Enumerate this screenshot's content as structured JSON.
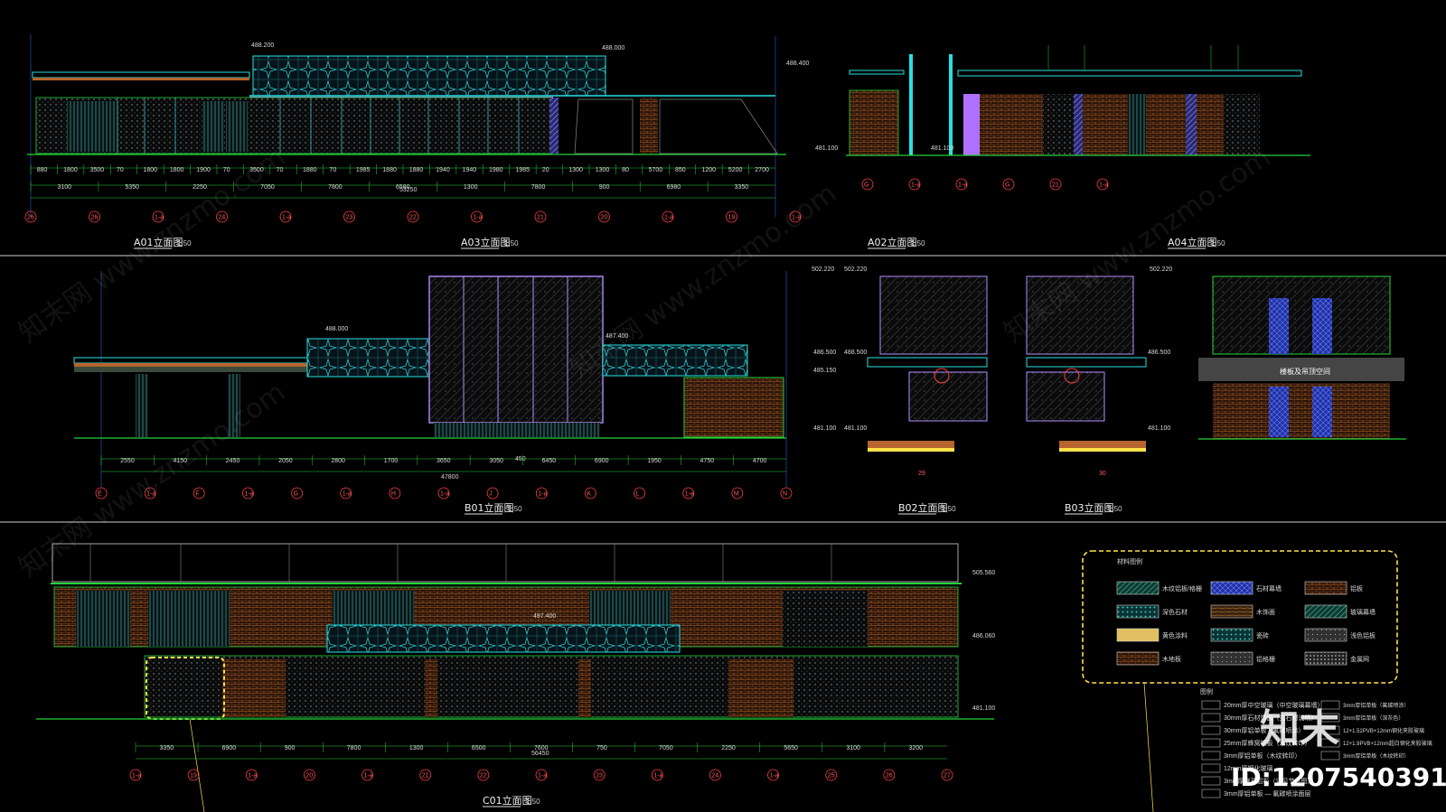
{
  "drawing_titles": [
    {
      "id": "a01",
      "name": "A01立面图",
      "scale": "1:50"
    },
    {
      "id": "a03",
      "name": "A03立面图",
      "scale": "1:50"
    },
    {
      "id": "a02",
      "name": "A02立面图",
      "scale": "1:50"
    },
    {
      "id": "a04",
      "name": "A04立面图",
      "scale": "1:50"
    },
    {
      "id": "b01",
      "name": "B01立面图",
      "scale": "1:50"
    },
    {
      "id": "b02",
      "name": "B02立面图",
      "scale": "1:50"
    },
    {
      "id": "b03",
      "name": "B03立面图",
      "scale": "1:50"
    },
    {
      "id": "c01",
      "name": "C01立面图",
      "scale": "1:50"
    }
  ],
  "elevations": {
    "a_top": "488.200",
    "a_right": "488.000",
    "a_side": "488.400",
    "a_base": "481.100",
    "a_mid": "481.100",
    "b_top1": "502.220",
    "b_top2": "502.220",
    "b_top3": "502.220",
    "b_mid": "488.000",
    "b_low": "487.400",
    "b_left": "486.500",
    "b_left2": "485.150",
    "b_base": "481.100",
    "b02_base": "481.100",
    "b03_side": "486.500",
    "b03_base": "481.100",
    "b04_side": "488.500",
    "c_top": "505.560",
    "c_mid": "497.400",
    "c_right": "486.060",
    "c_base": "481.100"
  },
  "a_dims_row1": [
    "880",
    "1800",
    "3500",
    "70",
    "1800",
    "1800",
    "1900",
    "70",
    "3500",
    "70",
    "1880",
    "70",
    "1985",
    "1880",
    "1880",
    "1940",
    "1940",
    "1980",
    "1985",
    "20",
    "1300",
    "1300",
    "80",
    "5700",
    "850",
    "1200",
    "5200",
    "2700"
  ],
  "a_dims_row2": [
    "3100",
    "5350",
    "2250",
    "7050",
    "7800",
    "6580",
    "1300",
    "7800",
    "900",
    "6980",
    "3350"
  ],
  "a_total": "53250",
  "a_axes": [
    "26",
    "26",
    "1-a",
    "24",
    "1-a",
    "23",
    "22",
    "1-a",
    "21",
    "20",
    "1-a",
    "19",
    "1-a"
  ],
  "a02_axes": [
    "G",
    "1-a",
    "1-a",
    "G",
    "21",
    "1-a"
  ],
  "b_dims": [
    "2550",
    "4150",
    "2450",
    "2050",
    "2800",
    "1700",
    "3650",
    "3050",
    "6450",
    "6900",
    "1950",
    "4750",
    "4700"
  ],
  "b_total": "47800",
  "b_sub": "450",
  "b_axes": [
    "E",
    "1-a",
    "F",
    "1-a",
    "G",
    "1-a",
    "H",
    "1-a",
    "J",
    "1-a",
    "K",
    "L",
    "1-a",
    "M",
    "N"
  ],
  "b02_axis": "29",
  "b03_axis": "30",
  "b04_label": "楼板及吊顶空间",
  "c_dims": [
    "3350",
    "6900",
    "900",
    "7800",
    "1300",
    "6500",
    "7600",
    "750",
    "7050",
    "2250",
    "5650",
    "3100",
    "3200"
  ],
  "c_total": "56450",
  "c_axes": [
    "1-a",
    "19",
    "1-a",
    "20",
    "1-a",
    "21",
    "22",
    "1-a",
    "23",
    "1-a",
    "24",
    "1-a",
    "25",
    "26",
    "27"
  ],
  "legend_title": "材料图例",
  "legend_items": [
    "木纹铝板/格栅",
    "石材幕墙",
    "铝板",
    "深色石材",
    "木饰面",
    "玻璃幕墙",
    "黄色涂料",
    "瓷砖",
    "浅色铝板",
    "木地板",
    "铝格栅",
    "金属网"
  ],
  "notes_title": "图例",
  "notes": [
    "20mm厚中空玻璃（中空玻璃幕墙）",
    "30mm厚石材饰面（见石材说明）",
    "30mm厚铝单板（氟碳喷涂）",
    "25mm厚蜂窝铝板（木纹转印）",
    "3mm厚铝单板（木纹转印）",
    "12mm厚钢化玻璃",
    "3mm厚穿孔铝板（详见节点图）",
    "3mm厚铝单板 — 氟碳喷涂面层"
  ],
  "notes_right": [
    "3mm厚铝单板（氟碳喷涂）",
    "3mm厚铝单板（深灰色）",
    "12+1.52PVB+12mm钢化夹胶玻璃",
    "12+1.9PVB+12mm超白钢化夹胶玻璃",
    "3mm厚铝单板（木纹转印）"
  ],
  "watermark": "知末网 www.znzmo.com",
  "logo": "知末",
  "image_id": "ID:1207540391",
  "colors": {
    "frame": "#3a6bff",
    "cyan": "#27e0e0",
    "green": "#24d43a",
    "brown": "#b5652d",
    "purple": "#b28cff",
    "red": "#ff4040",
    "yellow": "#ffe24a",
    "white": "#ffffff"
  }
}
